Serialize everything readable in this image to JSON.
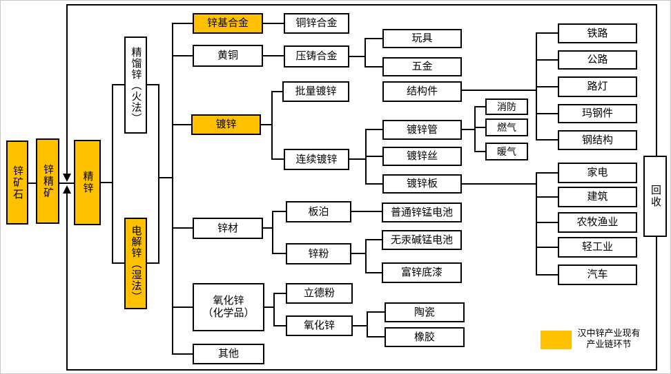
{
  "colors": {
    "highlight": "#FFC000",
    "box_border": "#000000",
    "line": "#000000",
    "background": "#FFFFFF"
  },
  "legend": {
    "swatch_color": "#FFC000",
    "label": "汉中锌产业现有\n产业链环节"
  },
  "nodes": {
    "zinc_ore": "锌矿石",
    "zinc_concentrate": "锌精矿",
    "refined_zinc": "精锌",
    "distilled_zinc_pyro": "精馏锌（火法）",
    "electrolytic_zinc_hydro": "电解锌（湿法）",
    "recycle": "回收",
    "zinc_base_alloy": "锌基合金",
    "copper_zinc_alloy": "铜锌合金",
    "brass": "黄铜",
    "die_casting_alloy": "压铸合金",
    "toys": "玩具",
    "hardware": "五金",
    "structural_parts": "结构件",
    "batch_galvanizing": "批量镀锌",
    "galvanizing": "镀锌",
    "continuous_galvanizing": "连续镀锌",
    "galvanized_pipe": "镀锌管",
    "galvanized_wire": "镀锌丝",
    "galvanized_sheet": "镀锌板",
    "fire_fighting": "消防",
    "gas": "燃气",
    "heating": "暖气",
    "railway": "铁路",
    "highway": "公路",
    "street_lamps": "路灯",
    "malleable_iron_parts": "玛钢件",
    "steel_structures": "钢结构",
    "home_appliances": "家电",
    "construction": "建筑",
    "agriculture_forestry_fishery": "农牧渔业",
    "light_industry": "轻工业",
    "automobiles": "汽车",
    "zinc_material": "锌材",
    "sheet_foil": "板泊",
    "zinc_powder": "锌粉",
    "ordinary_zinc_manganese_battery": "普通锌锰电池",
    "mercury_free_alkaline_battery": "无汞碱锰电池",
    "zinc_rich_primer": "富锌底漆",
    "zinc_oxide_chemicals": "氧化锌\n（化学品）",
    "lithopone": "立德粉",
    "zinc_oxide": "氧化锌",
    "ceramics": "陶瓷",
    "rubber": "橡胶",
    "others": "其他"
  },
  "edges": [
    "zinc_ore > zinc_concentrate",
    "zinc_concentrate > refined_zinc",
    "refined_zinc > distilled_zinc_pyro | electrolytic_zinc_hydro",
    "distilled_zinc_pyro + electrolytic_zinc_hydro > zinc_base_alloy | brass | galvanizing | zinc_material | zinc_oxide_chemicals | others",
    "zinc_base_alloy > copper_zinc_alloy",
    "brass > die_casting_alloy",
    "die_casting_alloy > toys | hardware",
    "structural_parts > railway | highway | street_lamps | malleable_iron_parts | steel_structures",
    "galvanizing > batch_galvanizing | continuous_galvanizing",
    "continuous_galvanizing > galvanized_pipe | galvanized_wire | galvanized_sheet",
    "galvanized_pipe > fire_fighting | gas | heating",
    "galvanized_sheet > home_appliances | construction | agriculture_forestry_fishery | light_industry | automobiles",
    "zinc_material > sheet_foil | zinc_powder",
    "sheet_foil > ordinary_zinc_manganese_battery",
    "zinc_powder > mercury_free_alkaline_battery | zinc_rich_primer",
    "zinc_oxide_chemicals > lithopone | zinc_oxide",
    "zinc_oxide > ceramics | rubber",
    "recycle > refined_zinc (loop along top and bottom frame, arrows into refined zinc input)"
  ]
}
